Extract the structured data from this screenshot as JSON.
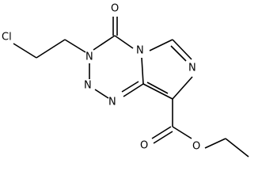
{
  "molecule": {
    "atoms": {
      "cl": "Cl",
      "o_carbonyl": "O",
      "n3": "N",
      "n2": "N",
      "n1": "N",
      "n_bridge": "N",
      "n_imid": "N",
      "o_ester_carbonyl": "O",
      "o_ester": "O"
    },
    "colors": {
      "bond": "#000000",
      "label": "#000000",
      "background": "#ffffff"
    }
  }
}
